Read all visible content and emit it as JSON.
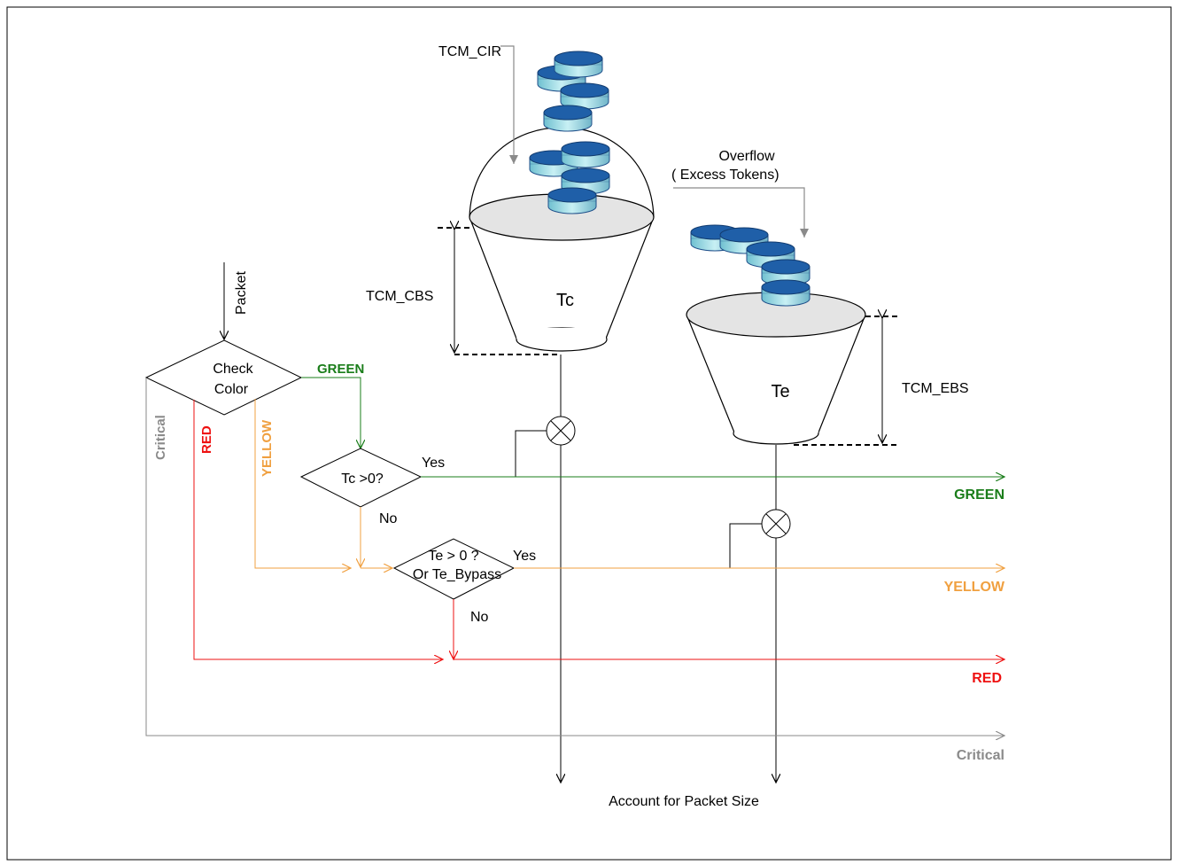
{
  "labels": {
    "tcm_cir": "TCM_CIR",
    "overflow": "Overflow",
    "excess_tokens": "( Excess Tokens)",
    "tcm_cbs": "TCM_CBS",
    "tcm_ebs": "TCM_EBS",
    "tc_bucket": "Tc",
    "te_bucket": "Te",
    "packet": "Packet",
    "check_color_line1": "Check",
    "check_color_line2": "Color",
    "green_branch": "GREEN",
    "yellow_branch": "YELLOW",
    "red_branch": "RED",
    "critical_branch": "Critical",
    "tc_check": "Tc >0?",
    "tc_yes": "Yes",
    "tc_no": "No",
    "te_check_line1": "Te > 0 ?",
    "te_check_line2": "Or Te_Bypass",
    "te_yes": "Yes",
    "te_no": "No",
    "out_green": "GREEN",
    "out_yellow": "YELLOW",
    "out_red": "RED",
    "out_critical": "Critical",
    "account": "Account for Packet Size"
  },
  "colors": {
    "green": "#1a7d1a",
    "yellow": "#f0a040",
    "red": "#ee1111",
    "gray": "#8a8a8a",
    "black": "#000000",
    "token_blue": "#1f5fa8",
    "token_cyan": "#a8e0ea",
    "bucket_top": "#e4e4e4"
  }
}
